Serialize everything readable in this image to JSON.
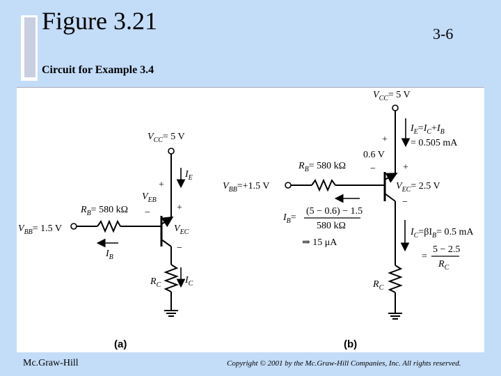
{
  "slide": {
    "title": "Figure 3.21",
    "number": "3-6",
    "subtitle": "Circuit for Example 3.4"
  },
  "footer": {
    "publisher": "Mc.Graw-Hill",
    "copyright": "Copyright © 2001 by the Mc.Graw-Hill Companies, Inc. All rights reserved."
  },
  "circuit_a": {
    "caption": "(a)",
    "vcc": {
      "main": "V",
      "sub": "CC",
      "value": "= 5 V"
    },
    "ie": {
      "main": "I",
      "sub": "E"
    },
    "veb": {
      "main": "V",
      "sub": "EB"
    },
    "rb": {
      "main": "R",
      "sub": "B",
      "value": "= 580 kΩ"
    },
    "vbb": {
      "main": "V",
      "sub": "BB",
      "value": "= 1.5 V"
    },
    "vec": {
      "main": "V",
      "sub": "EC"
    },
    "ib": {
      "main": "I",
      "sub": "B"
    },
    "rc": {
      "main": "R",
      "sub": "C"
    },
    "ic": {
      "main": "I",
      "sub": "C"
    },
    "plus": "+",
    "minus": "−"
  },
  "circuit_b": {
    "caption": "(b)",
    "vcc": {
      "main": "V",
      "sub": "CC",
      "value": "= 5 V"
    },
    "ie_eq": {
      "lhs_main": "I",
      "lhs_sub": "E",
      "eq": "=",
      "r1_main": "I",
      "r1_sub": "C",
      "plus": "+",
      "r2_main": "I",
      "r2_sub": "B",
      "line2": "= 0.505 mA"
    },
    "veb_drop": "0.6 V",
    "rb": {
      "main": "R",
      "sub": "B",
      "value": "= 580 kΩ"
    },
    "vbb": {
      "main": "V",
      "sub": "BB",
      "value": "=+1.5 V"
    },
    "vec": {
      "main": "V",
      "sub": "EC",
      "value": "= 2.5 V"
    },
    "ib_eq": {
      "main": "I",
      "sub": "B",
      "eq": "=",
      "numerator": "(5 − 0.6) − 1.5",
      "denominator": "580 kΩ",
      "result": "⇒ 15 μA"
    },
    "ic_eq": {
      "main": "I",
      "sub": "C",
      "line1": "=βI",
      "line1_sub": "B",
      "line1_value": "= 0.5 mA",
      "eq2": "=",
      "numerator": "5 − 2.5",
      "den_main": "R",
      "den_sub": "C"
    },
    "rc": {
      "main": "R",
      "sub": "C"
    },
    "plus": "+",
    "minus": "−"
  }
}
